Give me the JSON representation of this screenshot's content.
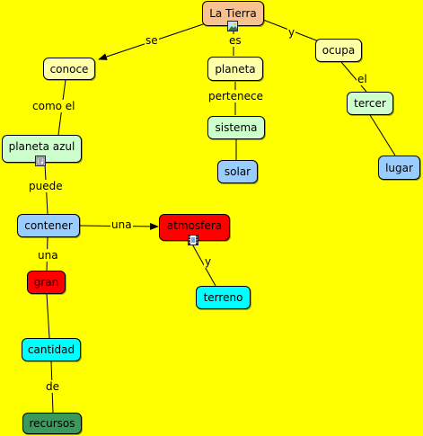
{
  "colors": {
    "background": "#ffff00",
    "root": "#f7c28f",
    "pale_yellow": "#ffffa8",
    "light_green": "#ccffcc",
    "light_blue": "#99ccff",
    "red": "#ff0000",
    "cyan": "#00ffff",
    "dark_green": "#3a9a5b"
  },
  "nodes": {
    "la_tierra": "La Tierra",
    "conoce": "conoce",
    "planeta": "planeta",
    "ocupa": "ocupa",
    "planeta_azul": "planeta azul",
    "sistema": "sistema",
    "tercer": "tercer",
    "solar": "solar",
    "lugar": "lugar",
    "contener": "contener",
    "atmosfera": "atmosfera",
    "gran": "gran",
    "terreno": "terreno",
    "cantidad": "cantidad",
    "recursos": "recursos"
  },
  "links": {
    "se": "se",
    "es": "es",
    "y_top": "y",
    "como_el": "como el",
    "pertenece": "pertenece",
    "el": "el",
    "puede": "puede",
    "una_right": "una",
    "una_down": "una",
    "y_mid": "y",
    "de": "de"
  },
  "icons": {
    "la_tierra": "image-icon",
    "planeta_azul": "document-icon",
    "atmosfera": "film-icon"
  }
}
